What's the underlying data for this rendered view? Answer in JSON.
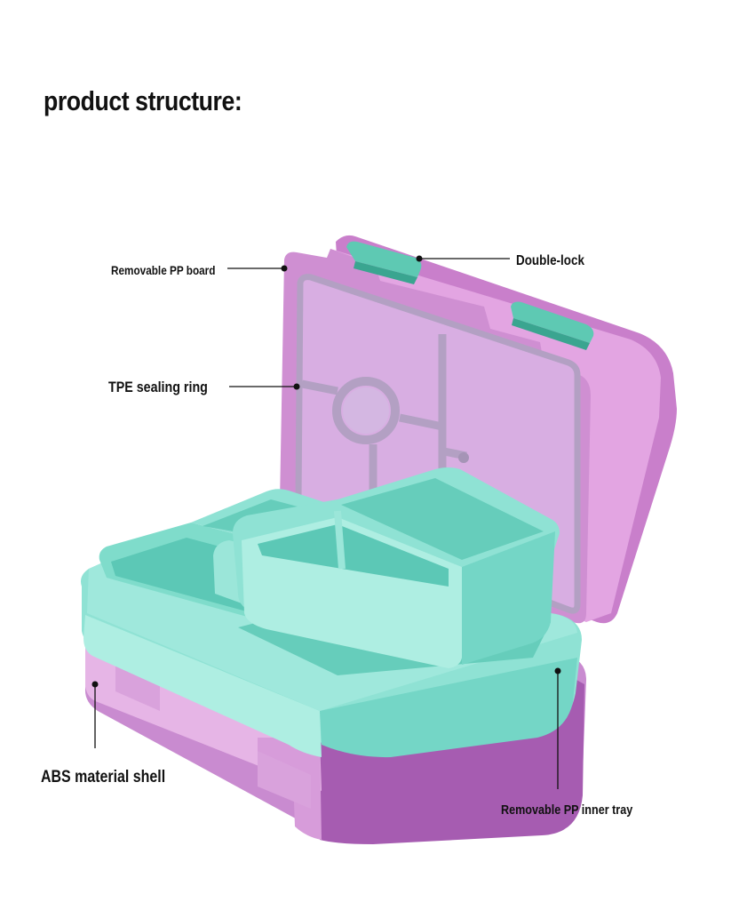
{
  "title": "product structure:",
  "callouts": {
    "pp_board": "Removable PP board",
    "double_lock": "Double-lock",
    "tpe_ring": "TPE sealing ring",
    "abs_shell": "ABS material shell",
    "pp_inner_tray": "Removable PP inner tray"
  },
  "colors": {
    "shell_pink": "#d995d8",
    "shell_light": "#e8b4e6",
    "shell_dark": "#9e5aa6",
    "lid_panel": "#ddb4e4",
    "seal_ring": "#b5a3c2",
    "tray_mint": "#8fe2d4",
    "tray_light": "#aeeee2",
    "tray_dark": "#55c4b3",
    "lock_teal": "#5ec9b3"
  }
}
